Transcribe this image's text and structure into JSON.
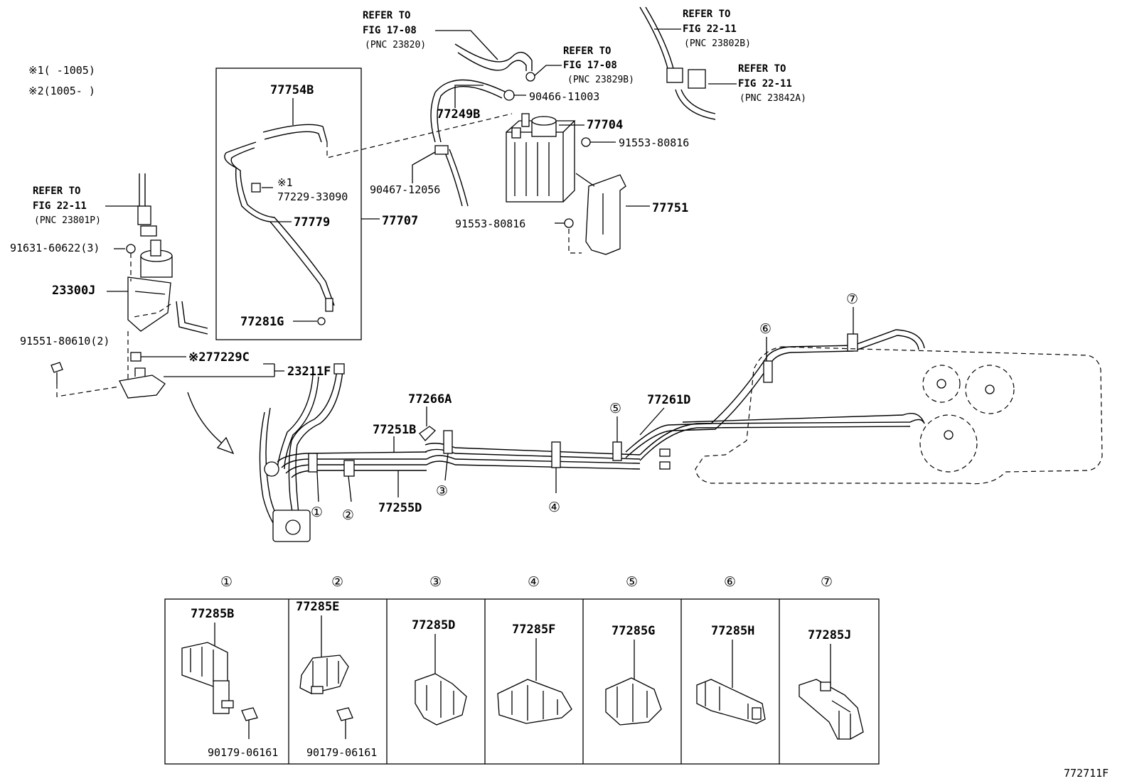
{
  "notes": {
    "note1": "※1(   -1005)",
    "note2": "※2(1005-    )"
  },
  "refs": {
    "r1": [
      "REFER TO",
      "FIG 17-08",
      "(PNC 23820)"
    ],
    "r2": [
      "REFER TO",
      "FIG 17-08",
      "(PNC 23829B)"
    ],
    "r3": [
      "REFER TO",
      "FIG 22-11",
      "(PNC 23802B)"
    ],
    "r4": [
      "REFER TO",
      "FIG 22-11",
      "(PNC 23842A)"
    ],
    "r5": [
      "REFER TO",
      "FIG 22-11",
      "(PNC 23801P)"
    ]
  },
  "parts": {
    "p77754B": "77754B",
    "p77229_33090_mark": "※1",
    "p77229_33090": "77229-33090",
    "p77779": "77779",
    "p77707": "77707",
    "p77281G": "77281G",
    "p77249B": "77249B",
    "p90466": "90466-11003",
    "p77704": "77704",
    "p91553a": "91553-80816",
    "p90467": "90467-12056",
    "p77751": "77751",
    "p91553b": "91553-80816",
    "p91631": "91631-60622(3)",
    "p23300J": "23300J",
    "p91551": "91551-80610(2)",
    "p77229C": "※277229C",
    "p23211F": "23211F",
    "p77266A": "77266A",
    "p77251B": "77251B",
    "p77255D": "77255D",
    "p77261D": "77261D"
  },
  "callouts": [
    "①",
    "②",
    "③",
    "④",
    "⑤",
    "⑥",
    "⑦"
  ],
  "clamps": [
    {
      "num": "①",
      "part": "77285B",
      "nut": "90179-06161"
    },
    {
      "num": "②",
      "part": "77285E",
      "nut": "90179-06161"
    },
    {
      "num": "③",
      "part": "77285D",
      "nut": ""
    },
    {
      "num": "④",
      "part": "77285F",
      "nut": ""
    },
    {
      "num": "⑤",
      "part": "77285G",
      "nut": ""
    },
    {
      "num": "⑥",
      "part": "77285H",
      "nut": ""
    },
    {
      "num": "⑦",
      "part": "77285J",
      "nut": ""
    }
  ],
  "figure_id": "772711F"
}
